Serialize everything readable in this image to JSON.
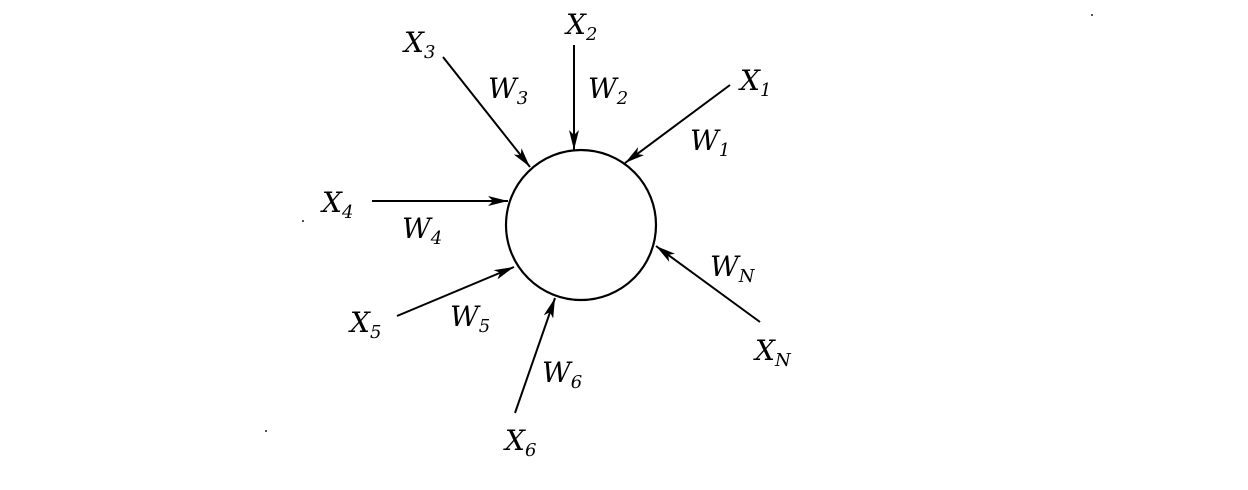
{
  "diagram": {
    "colors": {
      "ink": "#000000",
      "background": "#ffffff"
    },
    "inputs": [
      {
        "x_letter": "X",
        "x_sub": "1",
        "w_letter": "W",
        "w_sub": "1"
      },
      {
        "x_letter": "X",
        "x_sub": "2",
        "w_letter": "W",
        "w_sub": "2"
      },
      {
        "x_letter": "X",
        "x_sub": "3",
        "w_letter": "W",
        "w_sub": "3"
      },
      {
        "x_letter": "X",
        "x_sub": "4",
        "w_letter": "W",
        "w_sub": "4"
      },
      {
        "x_letter": "X",
        "x_sub": "5",
        "w_letter": "W",
        "w_sub": "5"
      },
      {
        "x_letter": "X",
        "x_sub": "6",
        "w_letter": "W",
        "w_sub": "6"
      },
      {
        "x_letter": "X",
        "x_sub": "N",
        "w_letter": "W",
        "w_sub": "N"
      }
    ]
  }
}
